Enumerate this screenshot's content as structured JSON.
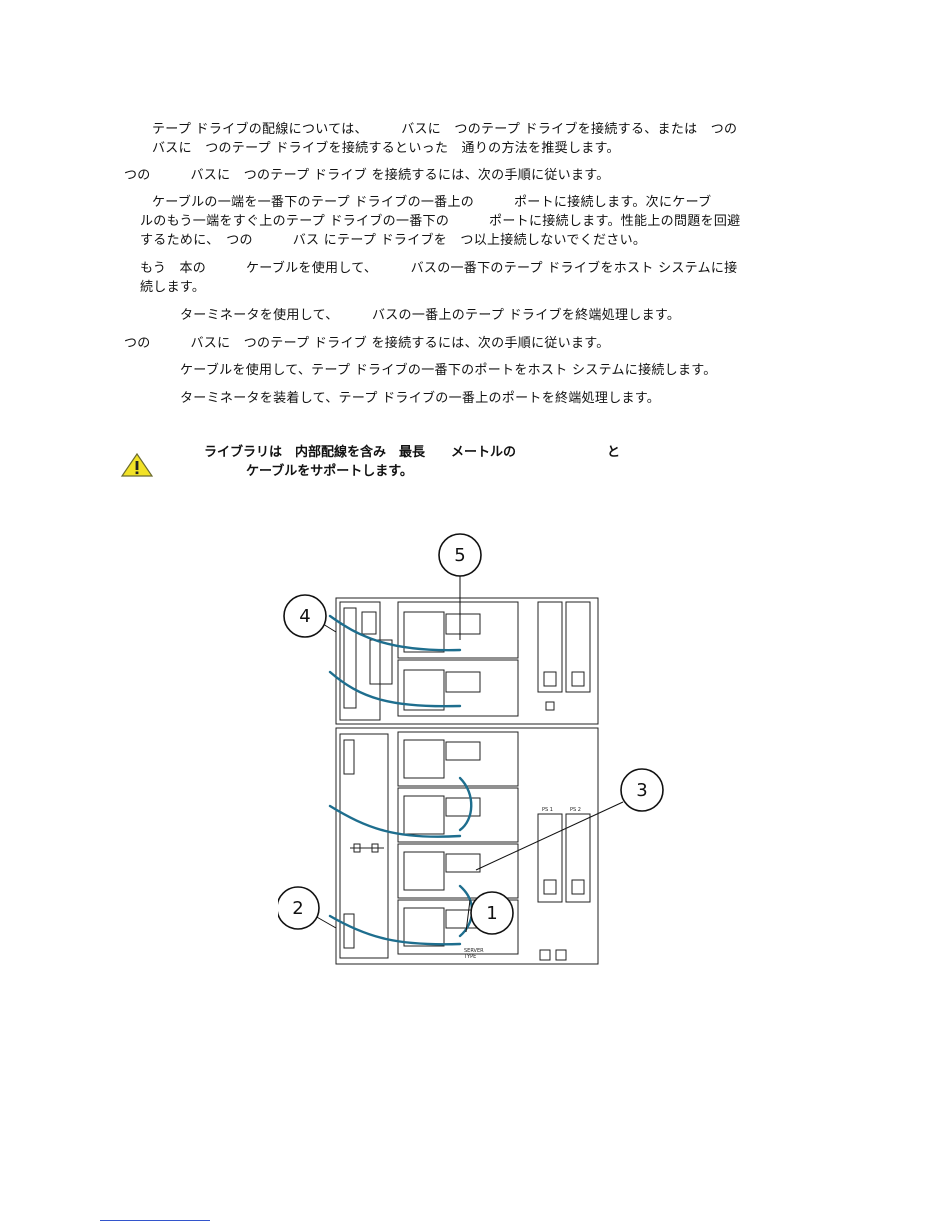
{
  "body": {
    "intro": [
      "テープ ドライブの配線については、　　　バスに　つのテープ ドライブを接続する、または　つの",
      "バスに　つのテープ ドライブを接続するといった　通りの方法を推奨します。"
    ],
    "section1_heading": "つの　　　バスに　つのテープ ドライブ を接続するには、次の手順に従います。",
    "step1": [
      "ケーブルの一端を一番下のテープ ドライブの一番上の　　　ポートに接続します。次にケーブ",
      "ルのもう一端をすぐ上のテープ ドライブの一番下の　　　ポートに接続します。性能上の問題を回避",
      "するために、　つの　　　バス にテープ ドライブを　つ以上接続しないでください。"
    ],
    "step2": [
      "もう　本の　　　ケーブルを使用して、　　　バスの一番下のテープ ドライブをホスト システムに接",
      "続します。"
    ],
    "step3": "ターミネータを使用して、　　　バスの一番上のテープ ドライブを終端処理します。",
    "section2_heading": "つの　　　バスに　つのテープ ドライブ を接続するには、次の手順に従います。",
    "section2_step1": "ケーブルを使用して、テープ ドライブの一番下のポートをホスト システムに接続します。",
    "section2_step2": "ターミネータを装着して、テープ ドライブの一番上のポートを終端処理します。"
  },
  "caution": {
    "icon": "warning-triangle-icon",
    "line1": "ライブラリは　内部配線を含み　最長　　メートルの　　　　　　　と",
    "line2": "ケーブルをサポートします。"
  },
  "figure": {
    "callouts": [
      "1",
      "2",
      "3",
      "4",
      "5"
    ],
    "psu_labels": [
      "PS 1",
      "PS 2"
    ],
    "rack_labels": [
      "SERVER",
      "TYPE"
    ]
  },
  "colors": {
    "cable": "#1e6e8e",
    "text": "#111111",
    "warning_fill": "#f2e227"
  }
}
